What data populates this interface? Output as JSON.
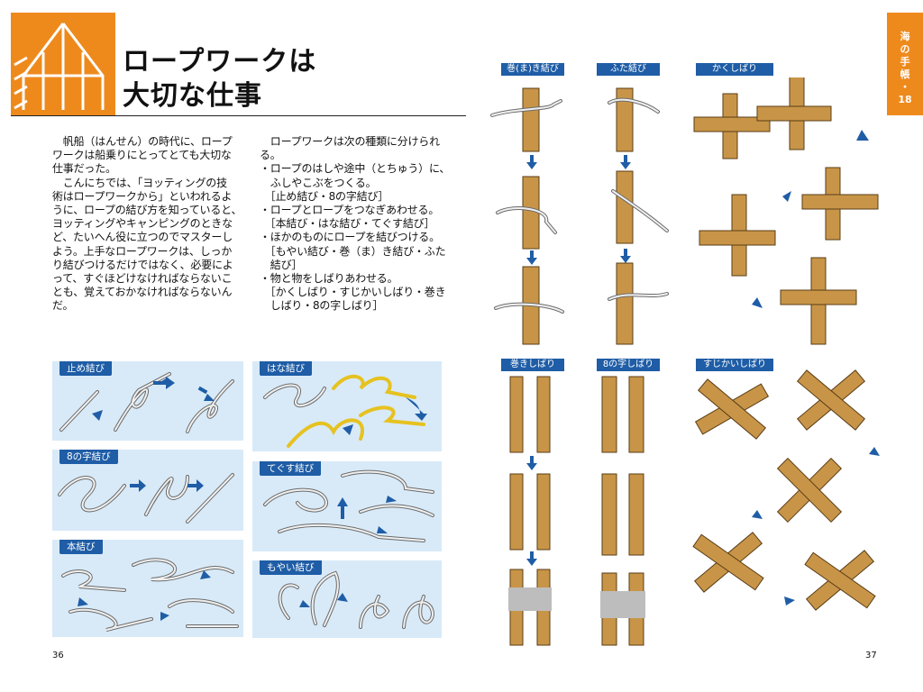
{
  "title": {
    "line1": "ロープワークは",
    "line2": "大切な仕事"
  },
  "intro": {
    "col1": "　帆船（はんせん）の時代に、ロープ\nワークは船乗りにとってとても大切な\n仕事だった。\n　こんにちでは、「ヨッティングの技\n術はロープワークから」といわれるよ\nうに、ロープの結び方を知っていると、\nヨッティングやキャンピングのときな\nど、たいへん役に立つのでマスターし\nよう。上手なロープワークは、しっか\nり結びつけるだけではなく、必要によ\nって、すぐほどけなければならないこ\nとも、覚えておかなければならないん\nだ。",
    "col2": "　ロープワークは次の種類に分けられ\nる。\n・ロープのはしや途中（とちゅう）に、\n　ふしやこぶをつくる。\n　［止め結び・8の字結び］\n・ロープとロープをつなぎあわせる。\n　［本結び・はな結び・てぐす結び］\n・ほかのものにロープを結びつける。\n　［もやい結び・巻（ま）き結び・ふた\n　結び］\n・物と物をしばりあわせる。\n　［かくしばり・すじかいしばり・巻き\n　しばり・8の字しばり］"
  },
  "knots_left": {
    "tome": "止め結び",
    "hachi": "8の字結び",
    "hon": "本結び",
    "hana": "はな結び",
    "tegusu": "てぐす結び",
    "moyai": "もやい結び"
  },
  "knots_right": {
    "maki_musubi": "巻(ま)き結び",
    "futa": "ふた結び",
    "kaku": "かくしばり",
    "maki_shibari": "巻きしばり",
    "hachi_shibari": "8の字しばり",
    "sujikai": "すじかいしばり"
  },
  "side_tab": [
    "海",
    "の",
    "手",
    "帳",
    "・",
    "18"
  ],
  "page_left": "36",
  "page_right": "37",
  "colors": {
    "accent_orange": "#ee8a1c",
    "label_blue": "#1f5da6",
    "panel_blue": "#d8eaf8"
  }
}
